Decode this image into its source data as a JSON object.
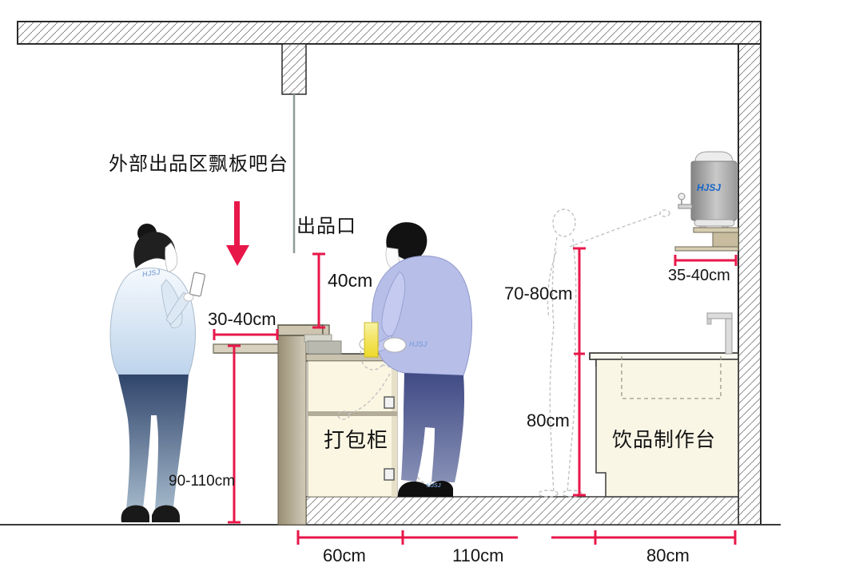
{
  "diagram": {
    "title": "外部出品区飘板吧台",
    "serving_window_label": "出品口",
    "packing_cabinet_label": "打包柜",
    "drink_station_label": "饮品制作台",
    "brand_logo": "HJSJ",
    "dimensions": {
      "serving_window_height": "40cm",
      "bar_board_depth": "30-40cm",
      "bar_board_height": "90-110cm",
      "upper_reach_height": "70-80cm",
      "worktop_height": "80cm",
      "boiler_shelf_depth": "35-40cm",
      "packing_cabinet_depth": "60cm",
      "work_aisle_width": "110cm",
      "drink_station_depth": "80cm"
    },
    "colors": {
      "dimension_red": "#e8174a",
      "cabinet_cream": "#faf6e2",
      "counter_tan": "#bdb49c",
      "brand_blue": "#1565c8",
      "ghost_gray": "#c2c2c2"
    }
  }
}
